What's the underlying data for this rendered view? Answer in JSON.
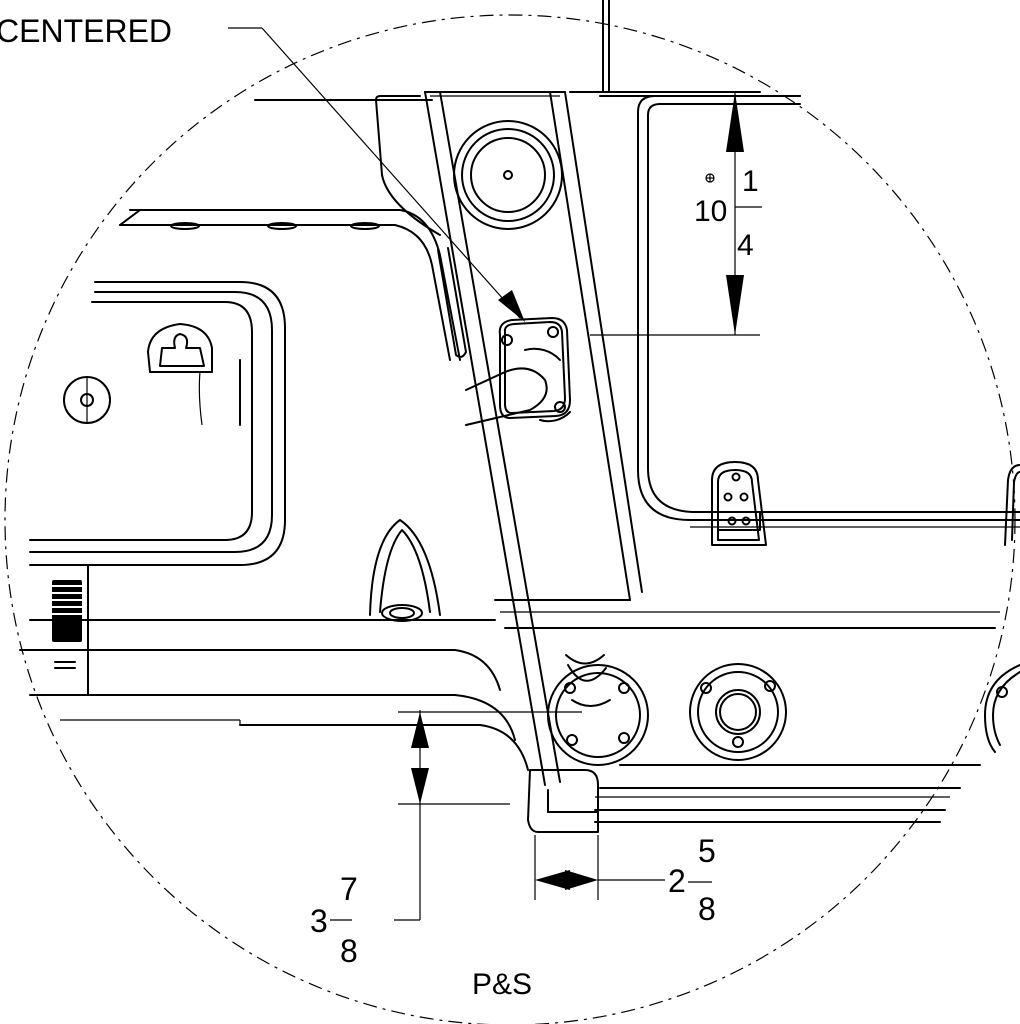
{
  "callout": {
    "label": "CENTERED"
  },
  "dimensions": {
    "top_right": {
      "whole": "10",
      "numerator": "1",
      "denominator": "4"
    },
    "bottom_middle": {
      "whole": "2",
      "numerator": "5",
      "denominator": "8"
    },
    "bottom_left": {
      "whole": "3",
      "numerator": "7",
      "denominator": "8"
    }
  },
  "view_label": "P&S"
}
